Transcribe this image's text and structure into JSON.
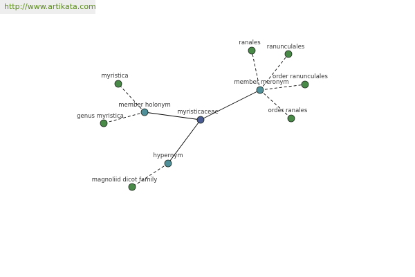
{
  "watermark": {
    "url": "http://www.artikata.com"
  },
  "colors": {
    "center": "#4a5a92",
    "relation": "#4f8f9a",
    "leaf": "#4a8a48"
  },
  "graph": {
    "nodes": [
      {
        "id": "myristicaceae",
        "label": "myristicaceae",
        "kind": "center"
      },
      {
        "id": "member-holonym",
        "label": "member holonym",
        "kind": "relation"
      },
      {
        "id": "member-meronym",
        "label": "member meronym",
        "kind": "relation"
      },
      {
        "id": "hypernym",
        "label": "hypernym",
        "kind": "relation"
      },
      {
        "id": "myristica",
        "label": "myristica",
        "kind": "leaf"
      },
      {
        "id": "genus-myristica",
        "label": "genus myristica",
        "kind": "leaf"
      },
      {
        "id": "ranales",
        "label": "ranales",
        "kind": "leaf"
      },
      {
        "id": "ranunculales",
        "label": "ranunculales",
        "kind": "leaf"
      },
      {
        "id": "order-ranunculales",
        "label": "order ranunculales",
        "kind": "leaf"
      },
      {
        "id": "order-ranales",
        "label": "order ranales",
        "kind": "leaf"
      },
      {
        "id": "magnoliid-dicot-family",
        "label": "magnoliid dicot family",
        "kind": "leaf"
      }
    ],
    "edges": [
      {
        "from": "myristicaceae",
        "to": "member-holonym",
        "style": "solid"
      },
      {
        "from": "myristicaceae",
        "to": "member-meronym",
        "style": "solid"
      },
      {
        "from": "myristicaceae",
        "to": "hypernym",
        "style": "solid"
      },
      {
        "from": "member-holonym",
        "to": "myristica",
        "style": "dashed"
      },
      {
        "from": "member-holonym",
        "to": "genus-myristica",
        "style": "dashed"
      },
      {
        "from": "member-meronym",
        "to": "ranales",
        "style": "dashed"
      },
      {
        "from": "member-meronym",
        "to": "ranunculales",
        "style": "dashed"
      },
      {
        "from": "member-meronym",
        "to": "order-ranunculales",
        "style": "dashed"
      },
      {
        "from": "member-meronym",
        "to": "order-ranales",
        "style": "dashed"
      },
      {
        "from": "hypernym",
        "to": "magnoliid-dicot-family",
        "style": "dashed"
      }
    ]
  }
}
